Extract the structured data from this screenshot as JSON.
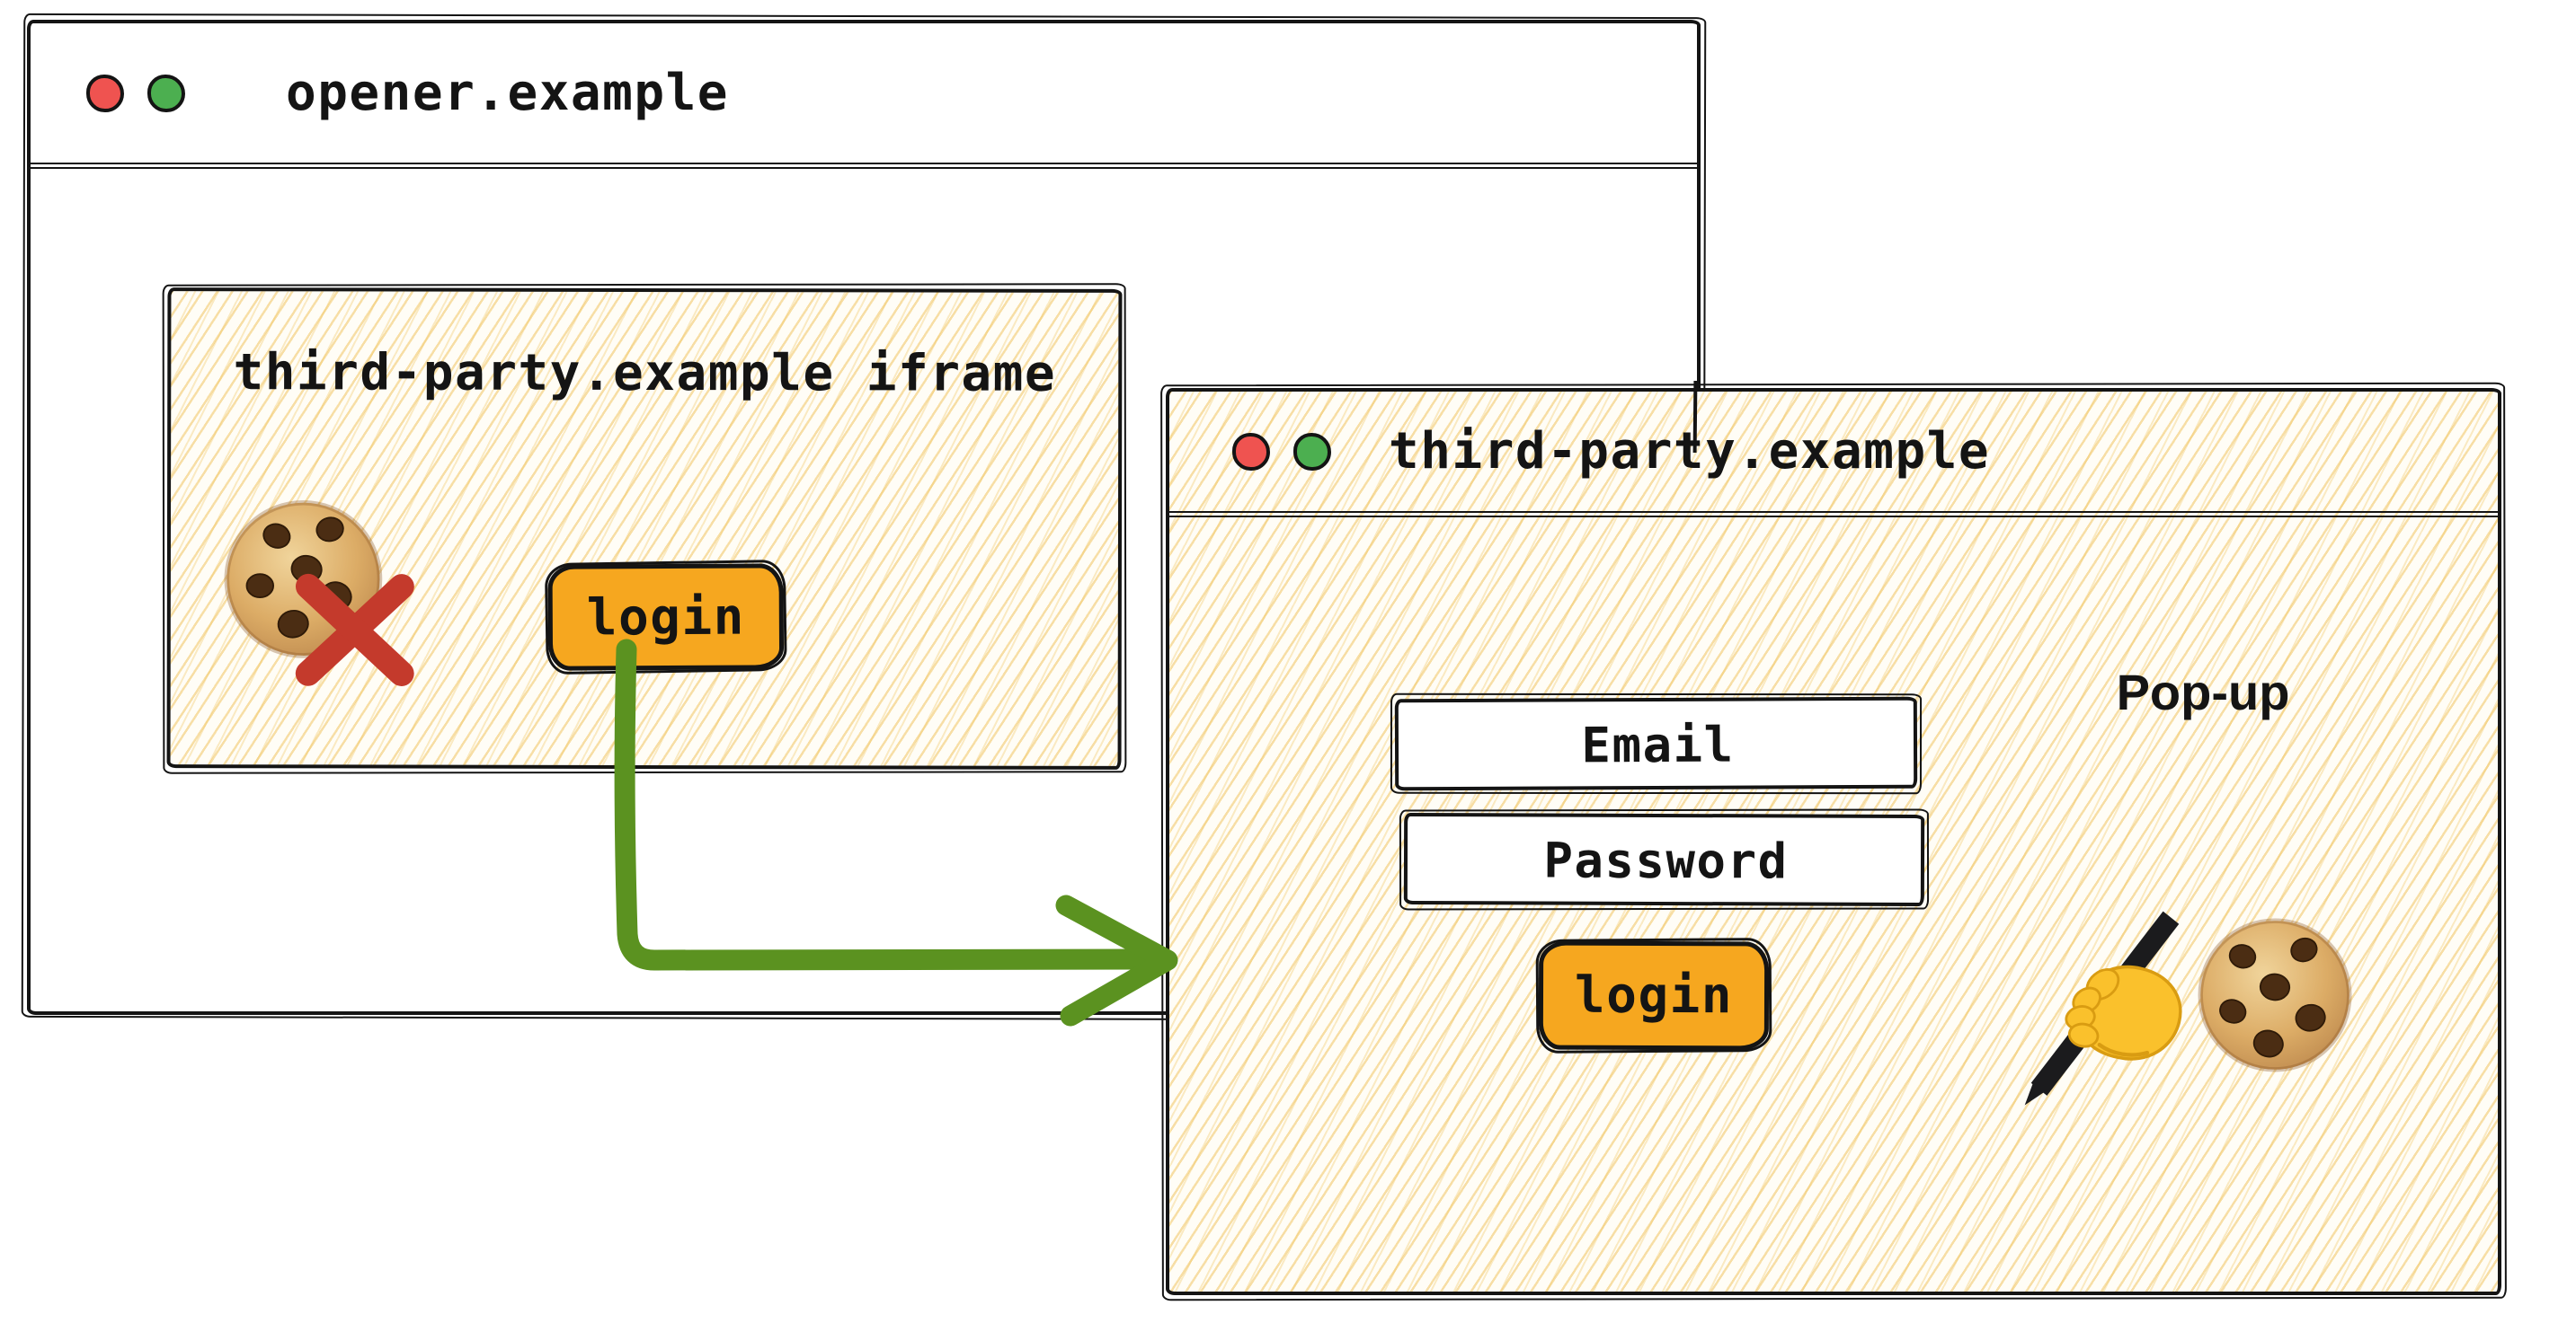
{
  "opener": {
    "title": "opener.example",
    "traffic_lights": [
      "red",
      "green"
    ],
    "iframe": {
      "label": "third-party.example iframe",
      "login_button": "login",
      "cookie_status": "blocked"
    }
  },
  "popup": {
    "title": "third-party.example",
    "traffic_lights": [
      "red",
      "green"
    ],
    "window_label": "Pop-up",
    "email_placeholder": "Email",
    "password_placeholder": "Password",
    "login_button": "login"
  },
  "icons": {
    "iframe_cookie": "cookie",
    "iframe_cookie_cross": "red-cross",
    "popup_writing_hand": "writing-hand",
    "popup_cookie": "cookie"
  },
  "arrow": {
    "from": "iframe-login-button",
    "to": "popup-window",
    "color": "#5b9220"
  },
  "colors": {
    "button_orange": "#f6a71f",
    "traffic_red": "#ef5350",
    "traffic_green": "#4caf50",
    "cross_red": "#c43a2c",
    "hatch_yellow": "#f1c562",
    "ink": "#141414"
  }
}
